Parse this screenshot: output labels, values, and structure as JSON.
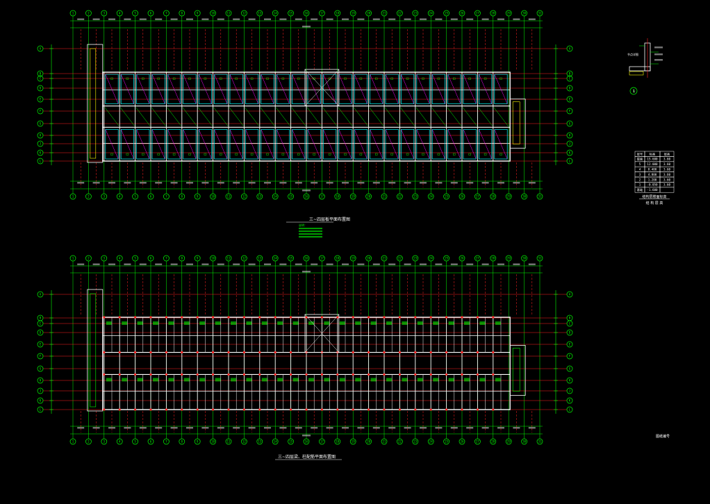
{
  "drawing": {
    "colors": {
      "background": "#000000",
      "axis": "#00ff00",
      "grid_red": "#ff2020",
      "wall": "#ffffff",
      "slab_cyan": "#00ffff",
      "magenta": "#ff00ff",
      "yellow": "#ffff00"
    },
    "plan_top": {
      "title": "三~四层板平面布置图",
      "subtitle": "说明：",
      "column_axes": [
        "1",
        "2",
        "3",
        "4",
        "5",
        "6",
        "7",
        "8",
        "9",
        "10",
        "11",
        "12",
        "13",
        "14",
        "15",
        "16",
        "17",
        "18",
        "19",
        "20",
        "21",
        "22",
        "23",
        "24",
        "25",
        "26",
        "27",
        "28",
        "29",
        "30",
        "31"
      ],
      "row_axes": [
        "A",
        "B",
        "C",
        "D",
        "E",
        "F",
        "G",
        "H",
        "J",
        "K",
        "L"
      ]
    },
    "plan_bottom": {
      "title": "三~四层梁、柱配筋平面布置图",
      "column_axes": [
        "1",
        "2",
        "3",
        "4",
        "5",
        "6",
        "7",
        "8",
        "9",
        "10",
        "11",
        "12",
        "13",
        "14",
        "15",
        "16",
        "17",
        "18",
        "19",
        "20",
        "21",
        "22",
        "23",
        "24",
        "25",
        "26",
        "27",
        "28",
        "29",
        "30",
        "31"
      ],
      "row_axes": [
        "A",
        "B",
        "C",
        "D",
        "E",
        "F",
        "G",
        "H",
        "J",
        "K",
        "L"
      ]
    },
    "detail": {
      "label": "1",
      "title": "节点详图"
    },
    "level_table": {
      "headers": [
        "层号",
        "标高",
        "层高"
      ],
      "rows": [
        [
          "屋面",
          "15.600",
          "3.60"
        ],
        [
          "5",
          "12.000",
          "3.60"
        ],
        [
          "4",
          "8.400",
          "3.60"
        ],
        [
          "3",
          "4.800",
          "3.60"
        ],
        [
          "2",
          "1.200",
          "3.60"
        ],
        [
          "1",
          "-0.050",
          "3.60"
        ],
        [
          "基础",
          "-1.600",
          ""
        ]
      ],
      "caption": "结构层楼面标高",
      "sub_caption": "结 构 层 高"
    },
    "stamp": "图纸编号"
  }
}
